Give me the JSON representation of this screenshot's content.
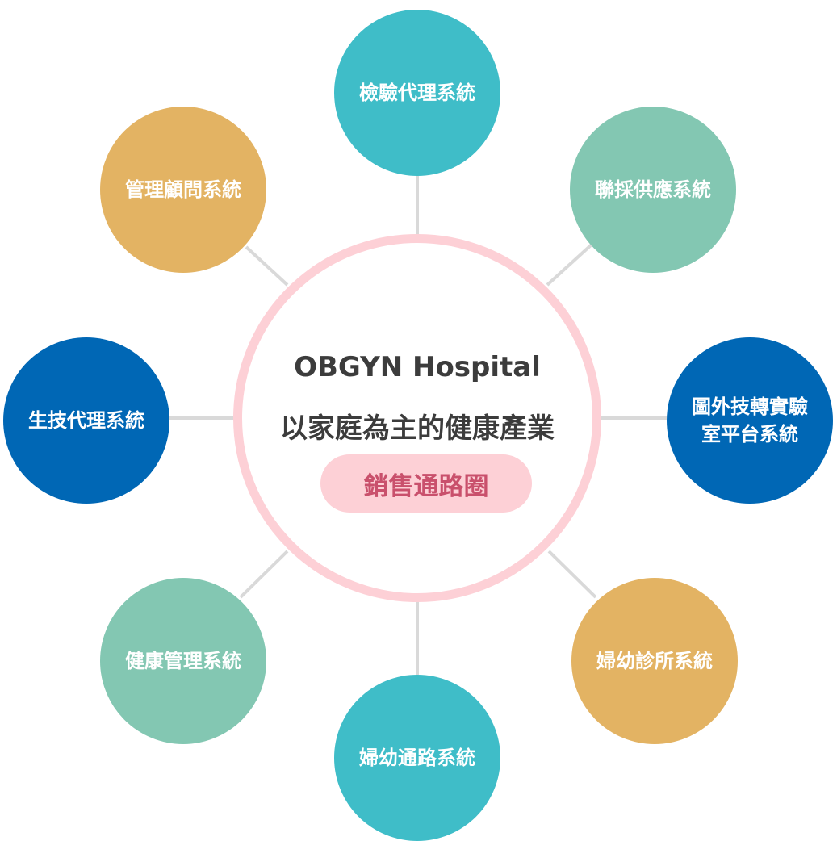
{
  "center": {
    "title_en": "OBGYN Hospital",
    "title_zh": "以家庭為主的健康產業",
    "badge": "銷售通路圈",
    "ring_color": "#fdd0d6",
    "badge_text_color": "#c9506c"
  },
  "nodes": [
    {
      "id": "top",
      "lines": [
        "檢驗代理系統"
      ],
      "color": "#3fbdc8"
    },
    {
      "id": "top-right",
      "lines": [
        "聯採供應系統"
      ],
      "color": "#83c7b2"
    },
    {
      "id": "right",
      "lines": [
        "圖外技轉實驗",
        "室平台系統"
      ],
      "color": "#0067b5"
    },
    {
      "id": "bottom-right",
      "lines": [
        "婦幼診所系統"
      ],
      "color": "#e3b363"
    },
    {
      "id": "bottom",
      "lines": [
        "婦幼通路系統"
      ],
      "color": "#3fbdc8"
    },
    {
      "id": "bottom-left",
      "lines": [
        "健康管理系統"
      ],
      "color": "#83c7b2"
    },
    {
      "id": "left",
      "lines": [
        "生技代理系統"
      ],
      "color": "#0067b5"
    },
    {
      "id": "top-left",
      "lines": [
        "管理顧問系統"
      ],
      "color": "#e3b363"
    }
  ],
  "connector_color": "#d9d9d9"
}
